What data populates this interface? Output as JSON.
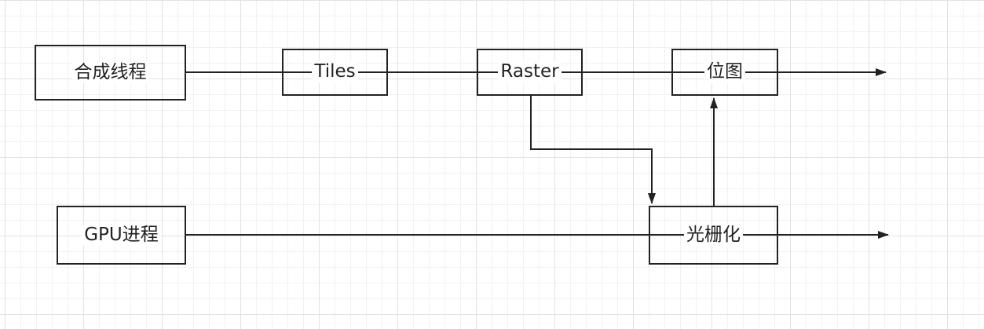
{
  "diagram": {
    "stroke_color": "#222222",
    "nodes": {
      "compositor_thread": "合成线程",
      "tiles": "Tiles",
      "raster": "Raster",
      "bitmap": "位图",
      "gpu_process": "GPU进程",
      "rasterization": "光栅化"
    }
  }
}
